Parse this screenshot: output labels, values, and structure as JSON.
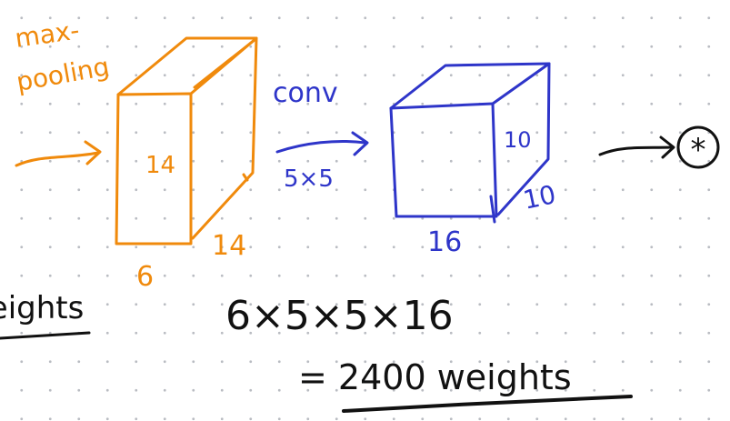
{
  "left_block": {
    "caption_line1": "max-",
    "caption_line2": "pooling",
    "height_label": "14",
    "depth_label": "14",
    "width_label": "6"
  },
  "operation": {
    "name": "conv",
    "kernel": "5×5"
  },
  "right_block": {
    "height_label": "10",
    "depth_label": "10",
    "width_label": "16"
  },
  "output_symbol": "*",
  "left_note": "weights",
  "formula": "6×5×5×16",
  "result": "= 2400 weights",
  "colors": {
    "orange": "#f08a0c",
    "blue": "#2e35c9",
    "black": "#111111",
    "dots": "#b9bcc2"
  }
}
